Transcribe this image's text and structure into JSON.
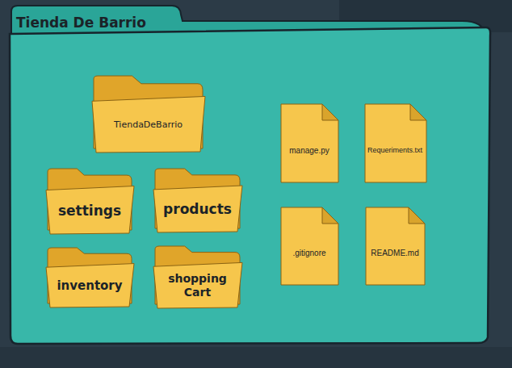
{
  "diagram": {
    "nodes": [
      {
        "text": [
          "Tienda De Barrio"
        ]
      },
      {
        "text": [
          "TiendaDeBarrio"
        ],
        "in": 0
      },
      {
        "text": [
          "settings"
        ],
        "in": 0
      },
      {
        "text": [
          "products"
        ],
        "in": 0
      },
      {
        "text": [
          "inventory"
        ],
        "in": 0
      },
      {
        "text": [
          "shopping Cart"
        ],
        "in": 0
      },
      {
        "text": [
          "manage.py"
        ],
        "in": 0
      },
      {
        "text": [
          "Requeriments.txt"
        ],
        "in": 0
      },
      {
        "text": [
          ".gitignore"
        ],
        "in": 0
      },
      {
        "text": [
          "README.md"
        ],
        "in": 0
      }
    ]
  }
}
